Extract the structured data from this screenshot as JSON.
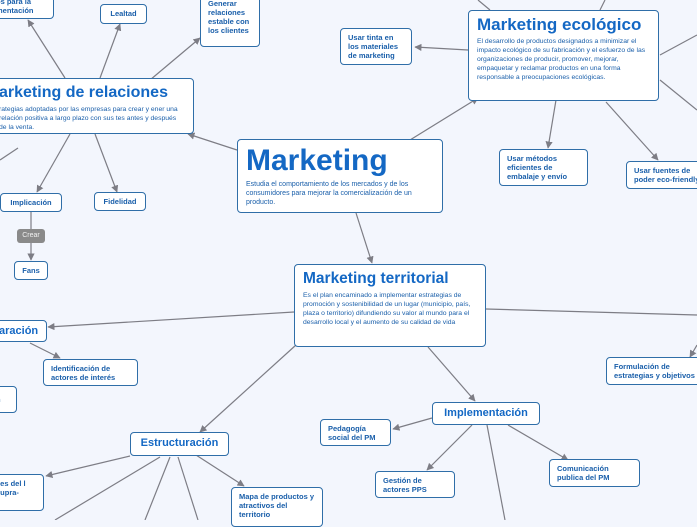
{
  "central": {
    "title": "Marketing",
    "description": "Estudia el comportamiento de los mercados y de los consumidores para mejorar la comercialización de un producto."
  },
  "relaciones": {
    "title": "arketing de relaciones",
    "description": "rategias adoptadas por las empresas para crear y ener una relación positiva a largo plazo con sus tes antes y después de la venta.",
    "children": {
      "top_left": "os para la mentación",
      "lealtad": "Lealtad",
      "generar": "Generar relaciones estable con los clientes",
      "implicacion": "Implicación",
      "fidelidad": "Fidelidad",
      "crear": "Crear",
      "fans": "Fans"
    }
  },
  "ecologico": {
    "title": "Marketing ecológico",
    "description": "El desarrollo de productos designados a minimizar el impacto ecológico de su fabricación y el esfuerzo de las organizaciones de producir, promover, mejorar, empaquetar y reclamar productos en una forma responsable a preocupaciones ecológicas.",
    "children": {
      "tinta": "Usar tinta en los materiales de marketing",
      "metodos": "Usar métodos eficientes de embalaje y envío",
      "fuentes": "Usar fuentes de poder eco-friendly"
    }
  },
  "territorial": {
    "title": "Marketing territorial",
    "description": "Es el plan encaminado a implementar estrategias de promoción y sostenibilidad de un lugar (municipio, país, plaza o territorio) difundiendo su valor al mundo para el desarrollo local y el aumento de su calidad de vida",
    "children": {
      "preparacion": "aración",
      "identificacion": "Identificación de actores de interés",
      "left_small": "n",
      "estructuracion": "Estructuración",
      "indices": "ces del l supra-",
      "mapa": "Mapa de productos y atractivos del territorio",
      "implementacion": "Implementación",
      "pedagogia": "Pedagogía social del PM",
      "gestion": "Gestión de actores PPS",
      "comunicacion": "Comunicación publica del PM",
      "formulacion": "Formulación de estrategias y objetivos"
    }
  }
}
